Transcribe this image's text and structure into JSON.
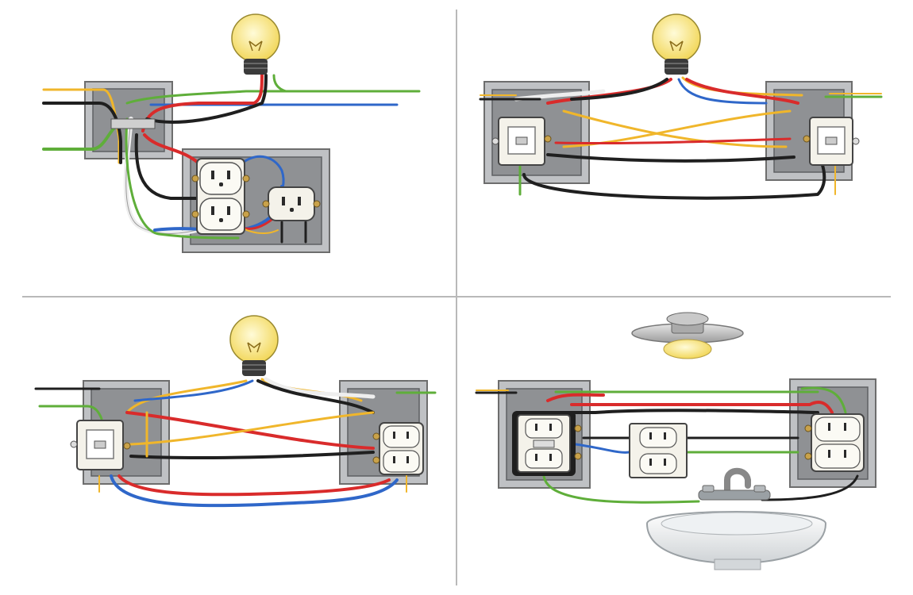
{
  "colors": {
    "black": "#1f1f1f",
    "white": "#eeeeee",
    "red": "#d92b2b",
    "blue": "#2f67c9",
    "green": "#5fae3a",
    "yellow": "#f0b62b",
    "box_fill": "#bfc1c4",
    "bulb_glass": "#fbe98a",
    "bulb_base": "#3a3a3a"
  },
  "panels": [
    {
      "id": "top-left",
      "description_visible_text": ""
    },
    {
      "id": "top-right",
      "description_visible_text": ""
    },
    {
      "id": "bottom-left",
      "description_visible_text": ""
    },
    {
      "id": "bottom-right",
      "description_visible_text": ""
    }
  ],
  "icons": [
    "light-bulb-icon",
    "ceiling-light-icon",
    "sink-faucet-icon",
    "outlet-icon",
    "switch-icon",
    "gfci-outlet-icon"
  ]
}
